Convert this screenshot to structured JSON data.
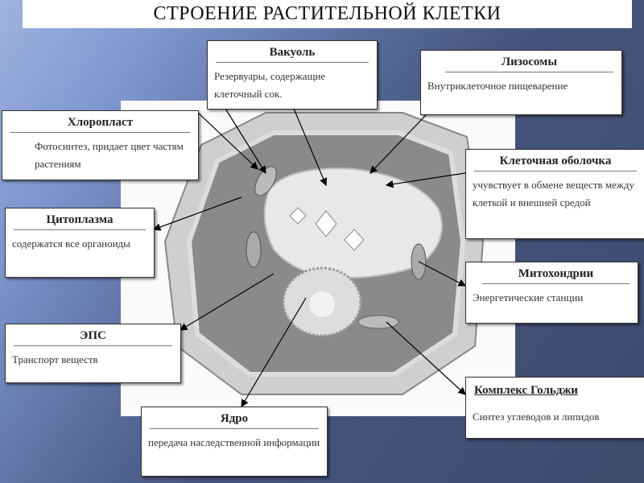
{
  "title": "СТРОЕНИЕ  РАСТИТЕЛЬНОЙ  КЛЕТКИ",
  "labels": {
    "vacuole": {
      "title": "Вакуоль",
      "text": "Резервуары, содержащие клеточный сок."
    },
    "lysosomes": {
      "title": "Лизосомы",
      "text": "Внутриклеточное пищеварение"
    },
    "chloroplast": {
      "title": "Хлоропласт",
      "text": "Фотосинтез, придает цвет частям растениям"
    },
    "cytoplasm": {
      "title": "Цитоплазма",
      "text": "содержатся все органоиды"
    },
    "cell_wall": {
      "title": "Клеточная оболочка",
      "text": "учувствует в обмене веществ между клеткой и внешней средой"
    },
    "mitochondria": {
      "title": "Митохондрии",
      "text": "Энергетические станции"
    },
    "er": {
      "title": "ЭПС",
      "text": "Транспорт веществ"
    },
    "golgi": {
      "title": "Комплекс Гольджи",
      "text": "Синтез  углеводов и липидов"
    },
    "nucleus": {
      "title": "Ядро",
      "text": "передача наследственной информации"
    }
  }
}
